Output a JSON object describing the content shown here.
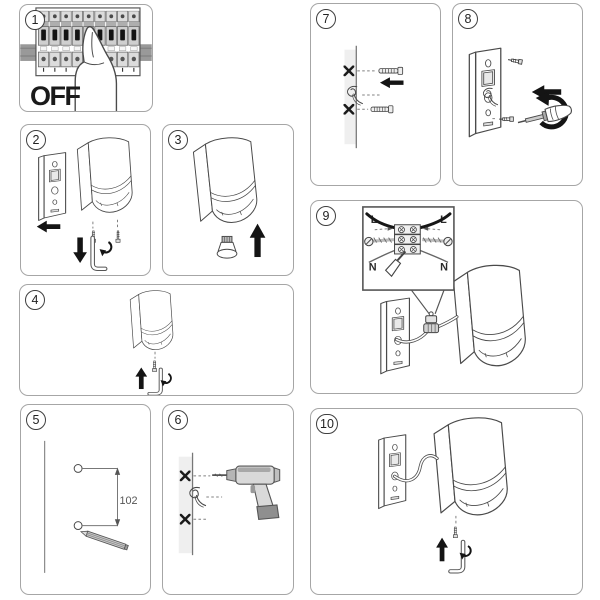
{
  "sheet": {
    "background_color": "#ffffff",
    "panel_border_color": "#a6a6a6",
    "line_art_color": "#4a4a4a",
    "arrow_color": "#111111"
  },
  "panels": [
    {
      "number": "1",
      "off_label": "OFF"
    },
    {
      "number": "2"
    },
    {
      "number": "3"
    },
    {
      "number": "4"
    },
    {
      "number": "5",
      "hole_distance_mm": "102"
    },
    {
      "number": "6"
    },
    {
      "number": "7"
    },
    {
      "number": "8"
    },
    {
      "number": "9",
      "wiring_labels": {
        "live_left": "L",
        "live_right": "L",
        "neutral_left": "N",
        "neutral_right": "N"
      }
    },
    {
      "number": "10"
    }
  ]
}
